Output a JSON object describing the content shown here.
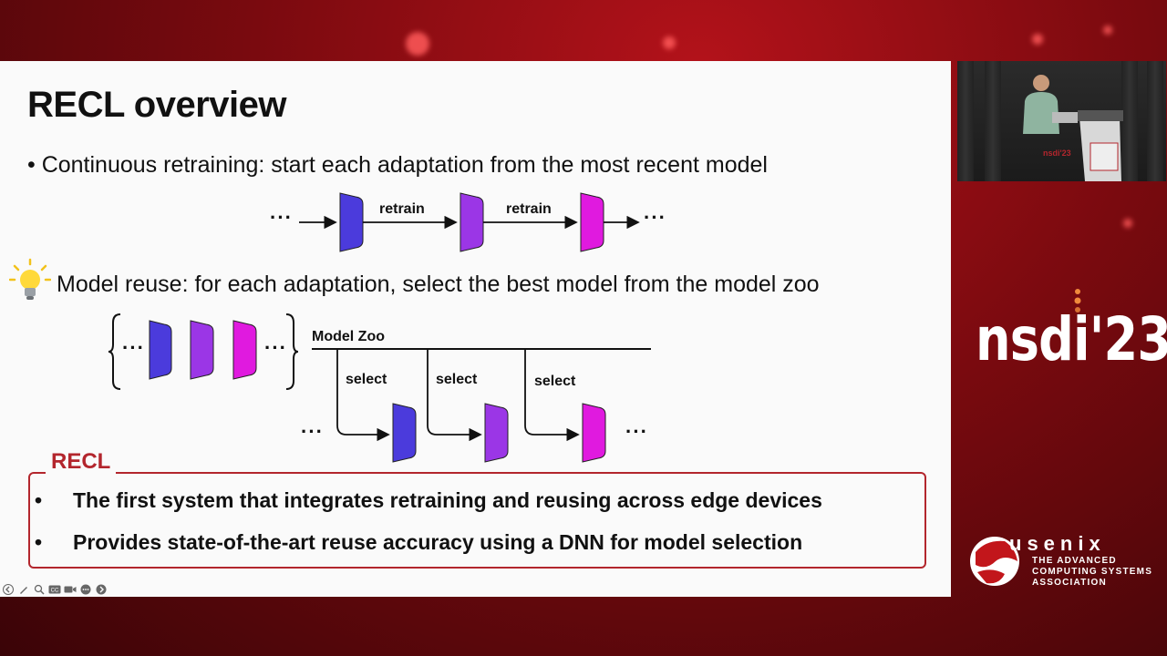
{
  "slide": {
    "title": "RECL overview",
    "bullet1": "• Continuous retraining: start each adaptation from the most recent model",
    "bullet2": "Model reuse: for each adaptation, select the best model from the model zoo",
    "ellipsis": "···",
    "retrain_label": "retrain",
    "model_zoo_label": "Model Zoo",
    "select_label": "select",
    "recl_box": {
      "title": "RECL",
      "bullet_char": "•",
      "items": [
        "The first system that integrates retraining and reusing across edge devices",
        "Provides state-of-the-art reuse accuracy using a DNN for model selection"
      ]
    },
    "model_colors": [
      "#4b3bdc",
      "#9b36e6",
      "#e01adf"
    ]
  },
  "controls": [
    "prev-icon",
    "pen-icon",
    "zoom-icon",
    "cc-icon",
    "video-icon",
    "more-icon",
    "next-icon"
  ],
  "branding": {
    "nsdi": "nsdi'23",
    "usenix": "usenix",
    "usenix_sub_lines": [
      "THE ADVANCED",
      "COMPUTING SYSTEMS",
      "ASSOCIATION"
    ],
    "podium_label": "nsdi'23"
  }
}
